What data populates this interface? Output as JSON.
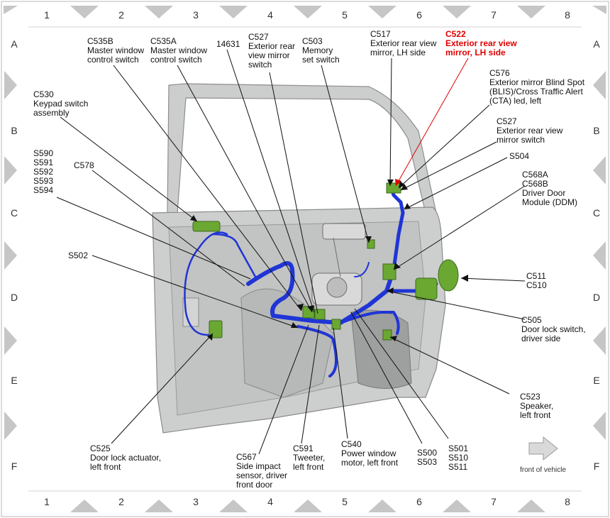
{
  "grid": {
    "columns": [
      "1",
      "2",
      "3",
      "4",
      "5",
      "6",
      "7",
      "8"
    ],
    "rows": [
      "A",
      "B",
      "C",
      "D",
      "E",
      "F"
    ]
  },
  "callouts": [
    {
      "id": "c535b",
      "lines": [
        "C535B",
        "Master window",
        "control switch"
      ]
    },
    {
      "id": "c535a",
      "lines": [
        "C535A",
        "Master window",
        "control switch"
      ]
    },
    {
      "id": "14631",
      "lines": [
        "14631"
      ]
    },
    {
      "id": "c527-top",
      "lines": [
        "C527",
        "Exterior rear",
        "view mirror",
        "switch"
      ]
    },
    {
      "id": "c503",
      "lines": [
        "C503",
        "Memory",
        "set switch"
      ]
    },
    {
      "id": "c517",
      "lines": [
        "C517",
        "Exterior rear view",
        "mirror, LH side"
      ]
    },
    {
      "id": "c522",
      "lines": [
        "C522",
        "Exterior rear view",
        "mirror, LH side"
      ],
      "highlight": true
    },
    {
      "id": "c530",
      "lines": [
        "C530",
        "Keypad switch",
        "assembly"
      ]
    },
    {
      "id": "c576",
      "lines": [
        "C576",
        "Exterior mirror Blind Spot",
        "(BLIS)/Cross Traffic Alert",
        "(CTA) led, left"
      ]
    },
    {
      "id": "c527-right",
      "lines": [
        "C527",
        "Exterior rear view",
        "mirror switch"
      ]
    },
    {
      "id": "s590",
      "lines": [
        "S590",
        "S591",
        "S592",
        "S593",
        "S594"
      ]
    },
    {
      "id": "c578",
      "lines": [
        "C578"
      ]
    },
    {
      "id": "s504",
      "lines": [
        "S504"
      ]
    },
    {
      "id": "c568",
      "lines": [
        "C568A",
        "C568B",
        "Driver Door",
        "Module (DDM)"
      ]
    },
    {
      "id": "s502",
      "lines": [
        "S502"
      ]
    },
    {
      "id": "c511",
      "lines": [
        "C511",
        "C510"
      ]
    },
    {
      "id": "c505",
      "lines": [
        "C505",
        "Door lock switch,",
        "driver side"
      ]
    },
    {
      "id": "c523",
      "lines": [
        "C523",
        "Speaker,",
        "left front"
      ]
    },
    {
      "id": "c525",
      "lines": [
        "C525",
        "Door lock actuator,",
        "left front"
      ]
    },
    {
      "id": "c567",
      "lines": [
        "C567",
        "Side impact",
        "sensor, driver",
        "front door"
      ]
    },
    {
      "id": "c591",
      "lines": [
        "C591",
        "Tweeter,",
        "left front"
      ]
    },
    {
      "id": "c540",
      "lines": [
        "C540",
        "Power window",
        "motor, left front"
      ]
    },
    {
      "id": "s500",
      "lines": [
        "S500",
        "S503"
      ]
    },
    {
      "id": "s501",
      "lines": [
        "S501",
        "S510",
        "S511"
      ]
    }
  ],
  "front_indicator": {
    "label": "front of vehicle",
    "icon": "arrow-right-icon"
  },
  "colors": {
    "wire": "#1f35d6",
    "connector": "#6aa832",
    "highlight": "#e00000",
    "door": "#cfd0d0",
    "frame": "#b0b0b0"
  }
}
